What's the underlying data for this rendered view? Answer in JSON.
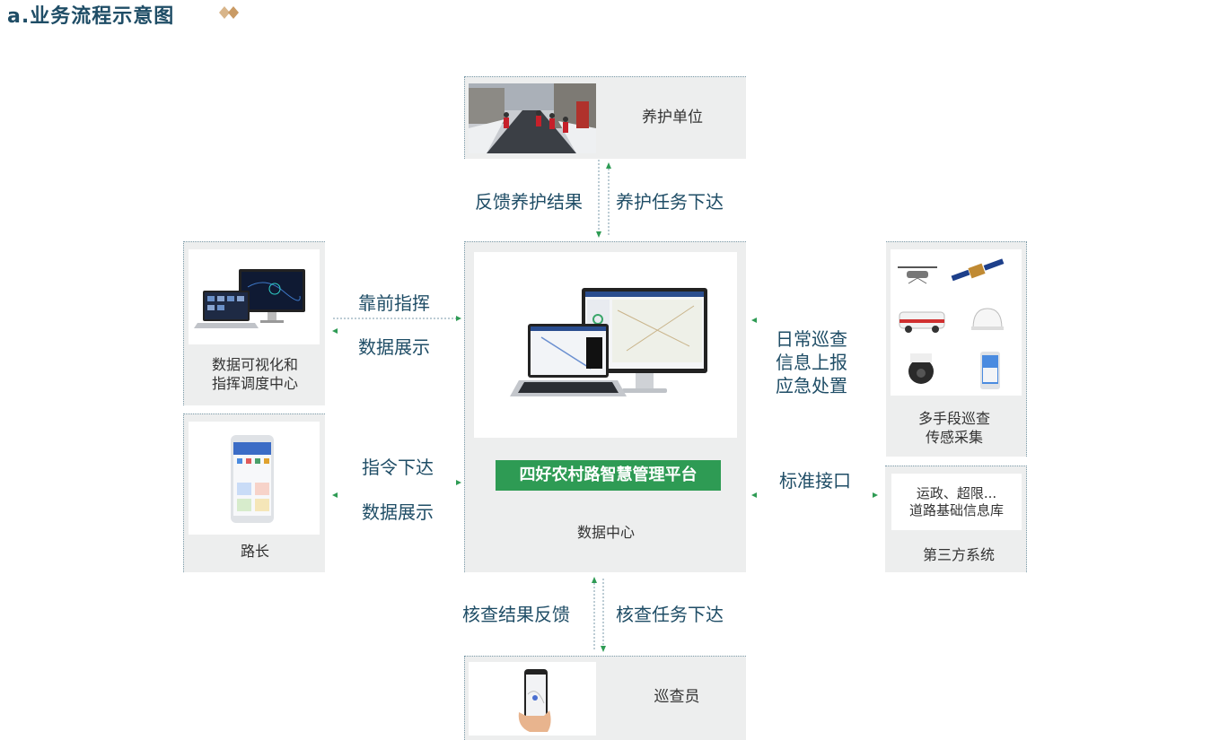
{
  "header": {
    "title": "a.业务流程示意图"
  },
  "nodes": {
    "maintenance_unit": {
      "label": "养护单位"
    },
    "visual_center": {
      "label_line1": "数据可视化和",
      "label_line2": "指挥调度中心"
    },
    "road_chief": {
      "label": "路长"
    },
    "data_center": {
      "platform_title": "四好农村路智慧管理平台",
      "label": "数据中心"
    },
    "sensing": {
      "label_line1": "多手段巡查",
      "label_line2": "传感采集"
    },
    "third_party": {
      "content_line1": "运政、超限...",
      "content_line2": "道路基础信息库",
      "label": "第三方系统"
    },
    "inspector": {
      "label": "巡查员"
    }
  },
  "flows": {
    "top_left": "反馈养护结果",
    "top_right": "养护任务下达",
    "left_upper_1": "靠前指挥",
    "left_upper_2": "数据展示",
    "left_lower_1": "指令下达",
    "left_lower_2": "数据展示",
    "right_upper_1": "日常巡查",
    "right_upper_2": "信息上报",
    "right_upper_3": "应急处置",
    "right_lower": "标准接口",
    "bottom_left": "核查结果反馈",
    "bottom_right": "核查任务下达"
  },
  "colors": {
    "accent_green": "#2e9b54",
    "title_blue": "#1f4d66",
    "box_gray": "#edeeee"
  }
}
